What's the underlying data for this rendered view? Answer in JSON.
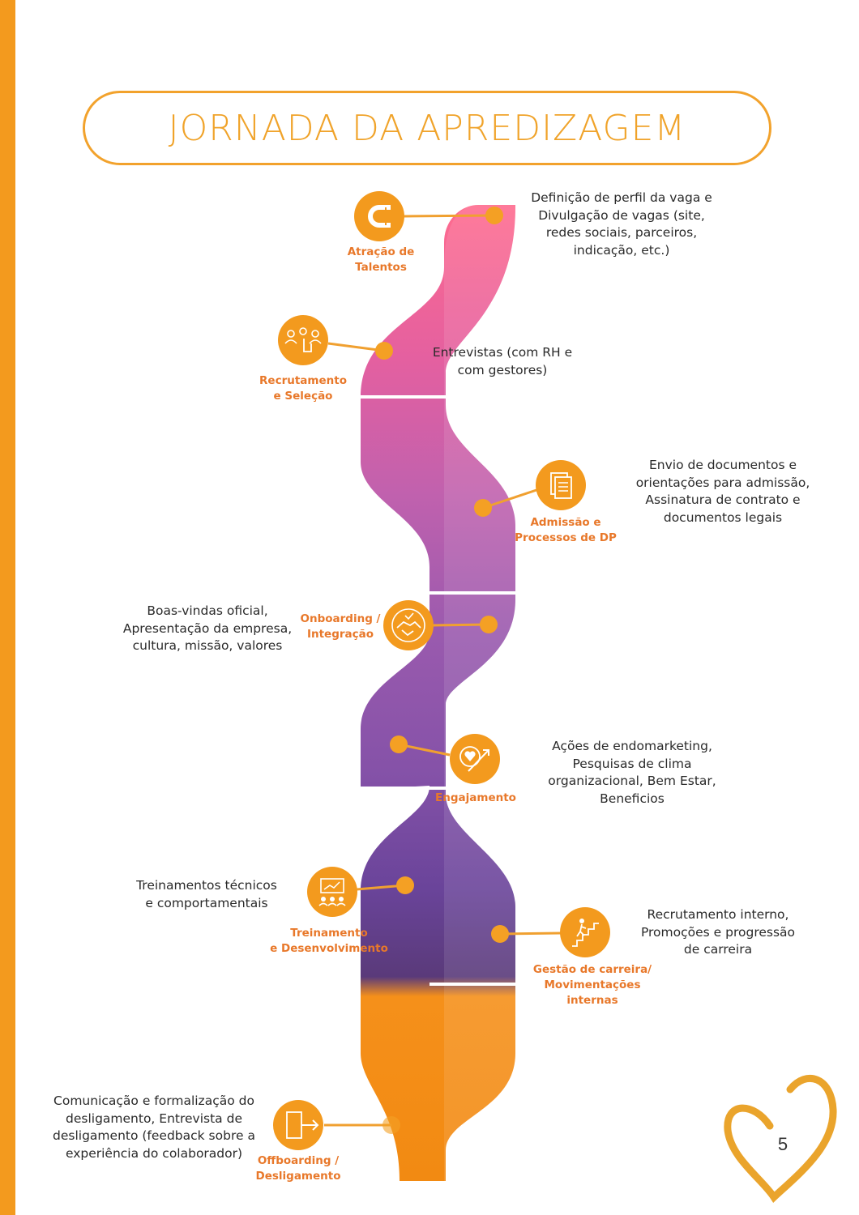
{
  "title": "JORNADA DA APREDIZAGEM",
  "page_number": "5",
  "colors": {
    "accent": "#F39A1E",
    "label": "#E8782A",
    "ribbon_top": "#FF6B8E",
    "ribbon_middle": "#9A5AAE",
    "ribbon_dark": "#5A3A7A",
    "ribbon_bottom": "#F5901A"
  },
  "stages": [
    {
      "label": "Atração de\nTalentos",
      "icon": "magnet-icon",
      "description": "Definição de perfil da vaga e\nDivulgação de vagas (site,\nredes sociais, parceiros,\nindicação, etc.)"
    },
    {
      "label": "Recrutamento\ne Seleção",
      "icon": "people-select-icon",
      "description": "Entrevistas (com RH e\ncom gestores)"
    },
    {
      "label": "Admissão e\nProcessos de DP",
      "icon": "documents-icon",
      "description": "Envio de documentos e\norientações para admissão,\nAssinatura de contrato e\ndocumentos legais"
    },
    {
      "label": "Onboarding /\nIntegração",
      "icon": "handshake-icon",
      "description": "Boas-vindas oficial,\nApresentação da empresa,\ncultura, missão, valores"
    },
    {
      "label": "Engajamento",
      "icon": "heart-growth-icon",
      "description": "Ações de endomarketing,\nPesquisas de clima\norganizacional, Bem Estar,\nBeneficios"
    },
    {
      "label": "Treinamento\ne Desenvolvimento",
      "icon": "training-board-icon",
      "description": "Treinamentos técnicos\ne comportamentais"
    },
    {
      "label": "Gestão de carreira/\nMovimentações\ninternas",
      "icon": "career-stairs-icon",
      "description": "Recrutamento interno,\nPromoções e progressão\nde carreira"
    },
    {
      "label": "Offboarding /\nDesligamento",
      "icon": "exit-door-icon",
      "description": "Comunicação e formalização do\ndesligamento, Entrevista de\ndesligamento (feedback sobre a\nexperiência do colaborador)"
    }
  ]
}
